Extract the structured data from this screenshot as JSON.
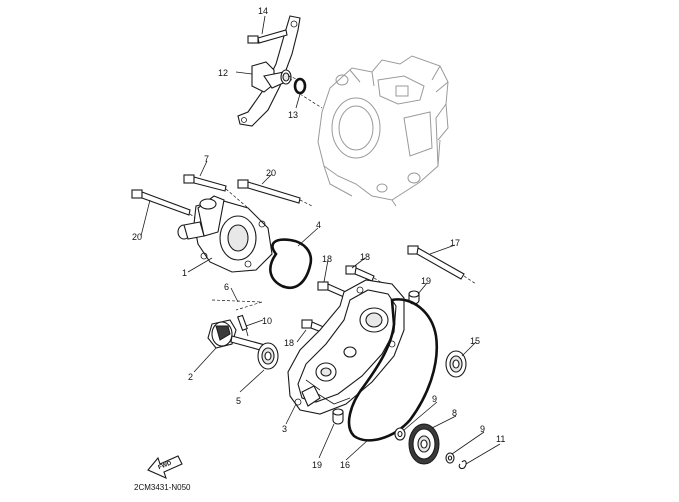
{
  "diagram_code": "2CM3431-N050",
  "fwd_label": "FWD",
  "callouts": [
    {
      "id": "c1",
      "label": "1"
    },
    {
      "id": "c2",
      "label": "2"
    },
    {
      "id": "c3",
      "label": "3"
    },
    {
      "id": "c4",
      "label": "4"
    },
    {
      "id": "c5",
      "label": "5"
    },
    {
      "id": "c6",
      "label": "6"
    },
    {
      "id": "c7",
      "label": "7"
    },
    {
      "id": "c8",
      "label": "8"
    },
    {
      "id": "c9a",
      "label": "9"
    },
    {
      "id": "c9b",
      "label": "9"
    },
    {
      "id": "c10",
      "label": "10"
    },
    {
      "id": "c11",
      "label": "11"
    },
    {
      "id": "c12",
      "label": "12"
    },
    {
      "id": "c13",
      "label": "13"
    },
    {
      "id": "c14",
      "label": "14"
    },
    {
      "id": "c15",
      "label": "15"
    },
    {
      "id": "c16",
      "label": "16"
    },
    {
      "id": "c17",
      "label": "17"
    },
    {
      "id": "c18a",
      "label": "18"
    },
    {
      "id": "c18b",
      "label": "18"
    },
    {
      "id": "c18c",
      "label": "18"
    },
    {
      "id": "c19a",
      "label": "19"
    },
    {
      "id": "c19b",
      "label": "19"
    },
    {
      "id": "c20a",
      "label": "20"
    },
    {
      "id": "c20b",
      "label": "20"
    }
  ]
}
